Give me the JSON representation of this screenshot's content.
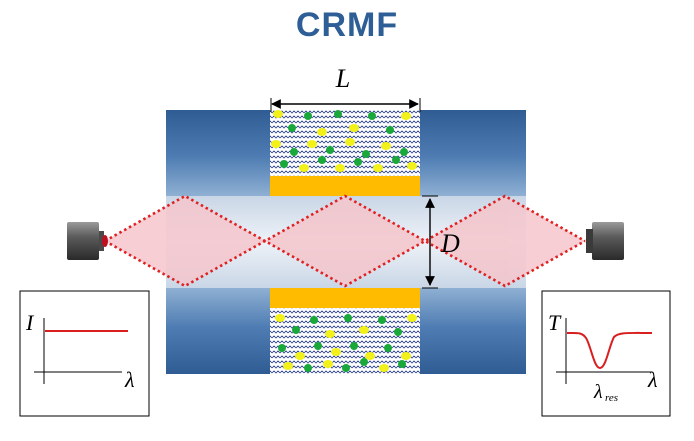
{
  "title": "CRMF",
  "labels": {
    "length": "L",
    "diameter": "D"
  },
  "input_plot": {
    "y_label": "I",
    "x_label": "λ"
  },
  "output_plot": {
    "y_label": "T",
    "x_label": "λ",
    "resonance_label": "λ",
    "resonance_subscript": "res"
  },
  "colors": {
    "title": "#2e5e96",
    "cladding": "#3b6aa3",
    "core": "#dfe6f0",
    "metal_film": "#ffbb00",
    "light_path": "#e02020",
    "light_fill": "#f5c6cc",
    "particle_green": "#1aa83a",
    "particle_yellow": "#f2f21a",
    "wave_pattern": "#2a3f8c",
    "plot_line": "#d81e1e"
  },
  "icons": {
    "source": "light-source-icon",
    "detector": "detector-icon"
  }
}
